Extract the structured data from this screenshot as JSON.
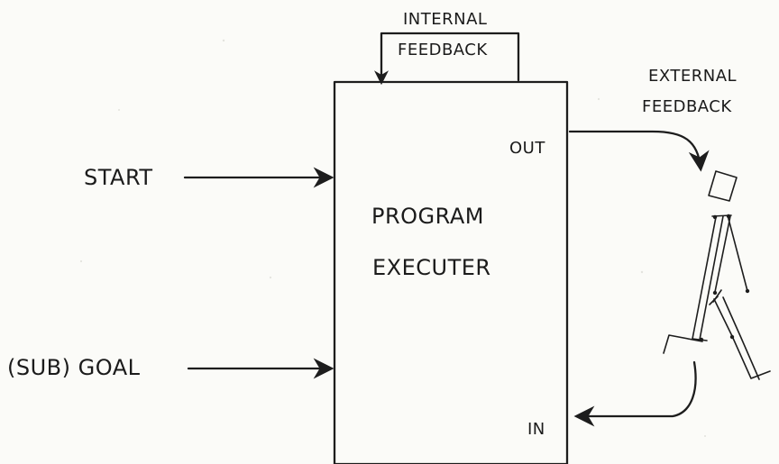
{
  "labels": {
    "internal_feedback_line1": "INTERNAL",
    "internal_feedback_line2": "FEEDBACK",
    "external_feedback_line1": "EXTERNAL",
    "external_feedback_line2": "FEEDBACK",
    "out": "OUT",
    "in": "IN",
    "start": "START",
    "sub_goal": "(SUB) GOAL",
    "program_line1": "PROGRAM",
    "program_line2": "EXECUTER"
  }
}
